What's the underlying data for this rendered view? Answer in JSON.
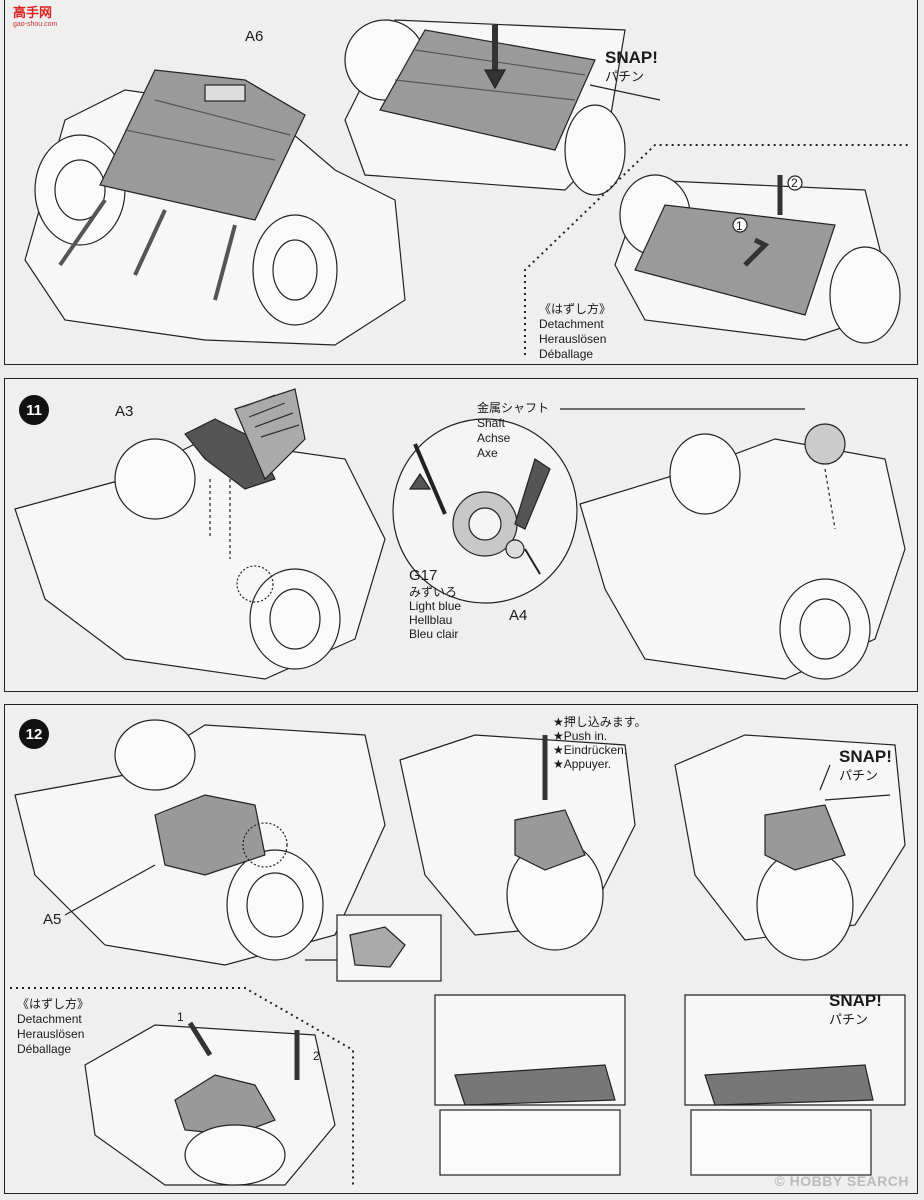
{
  "watermarks": {
    "top_left_logo": "高手网",
    "top_left_url": "gao-shou.com",
    "bottom_right": "© HOBBY SEARCH"
  },
  "step10": {
    "part_a6": "A6",
    "snap": "SNAP!",
    "snap_jp": "パチン",
    "detach_jp": "《はずし方》",
    "detach_en": "Detachment",
    "detach_de": "Herauslösen",
    "detach_fr": "Déballage",
    "arrow1": "1",
    "arrow2": "2"
  },
  "step11": {
    "number": "11",
    "part_a3": "A3",
    "shaft_jp": "金属シャフト",
    "shaft_en": "Shaft",
    "shaft_de": "Achse",
    "shaft_fr": "Axe",
    "gear": "G17",
    "gear_jp": "みずいろ",
    "gear_en": "Light blue",
    "gear_de": "Hellblau",
    "gear_fr": "Bleu clair",
    "part_a4": "A4"
  },
  "step12": {
    "number": "12",
    "part_a5": "A5",
    "push_jp": "★押し込みます。",
    "push_en": "★Push in.",
    "push_de": "★Eindrücken.",
    "push_fr": "★Appuyer.",
    "snap": "SNAP!",
    "snap_jp": "パチン",
    "snap2": "SNAP!",
    "snap2_jp": "パチン",
    "detach_jp": "《はずし方》",
    "detach_en": "Detachment",
    "detach_de": "Herauslösen",
    "detach_fr": "Déballage",
    "arrow1": "1",
    "arrow2": "2"
  }
}
